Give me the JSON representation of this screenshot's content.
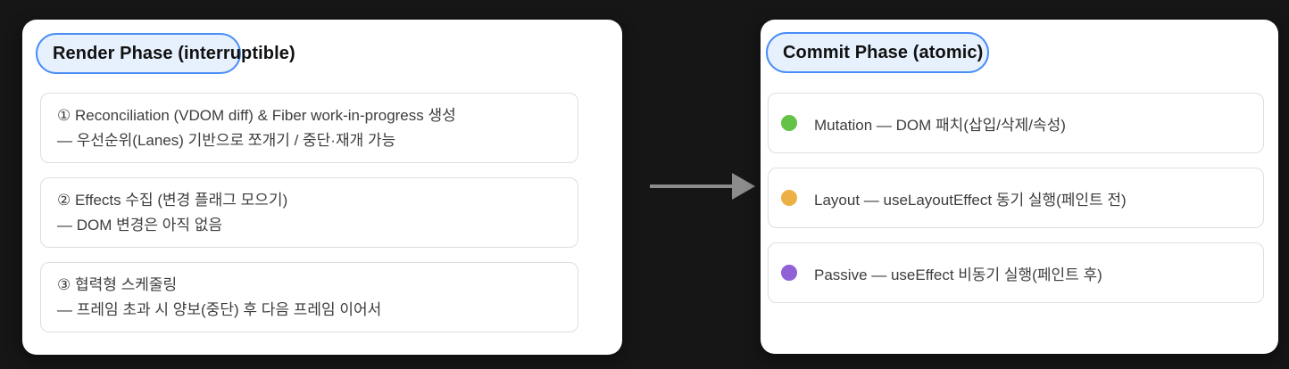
{
  "colors": {
    "background": "#161616",
    "panel_fill": "#ffffff",
    "pill_border_blue": "#4a8df7",
    "pill_fill_blue": "#e7f1fe",
    "box_border": "#dcdee1",
    "body_text": "#3d3d3d",
    "title_text": "#111111",
    "arrow_gray": "#8c8c8c"
  },
  "arrow": {
    "direction": "right",
    "color": "#8c8c8c"
  },
  "panels": [
    {
      "title": "Render Phase (interruptible)",
      "items": [
        {
          "line1": "① Reconciliation (VDOM diff) & Fiber work-in-progress 생성",
          "line2": "— 우선순위(Lanes) 기반으로 쪼개기 / 중단·재개 가능"
        },
        {
          "line1": "② Effects 수집 (변경 플래그 모으기)",
          "line2": "— DOM 변경은 아직 없음"
        },
        {
          "line1": "③ 협력형 스케줄링",
          "line2": "— 프레임 초과 시 양보(중단) 후 다음 프레임 이어서"
        }
      ]
    },
    {
      "title": "Commit Phase (atomic)",
      "items": [
        {
          "dot_color": "#64c246",
          "label": "Mutation — DOM 패치(삽입/삭제/속성)"
        },
        {
          "dot_color": "#ecb045",
          "label": "Layout — useLayoutEffect 동기 실행(페인트 전)"
        },
        {
          "dot_color": "#9161d8",
          "label": "Passive — useEffect 비동기 실행(페인트 후)"
        }
      ]
    }
  ]
}
